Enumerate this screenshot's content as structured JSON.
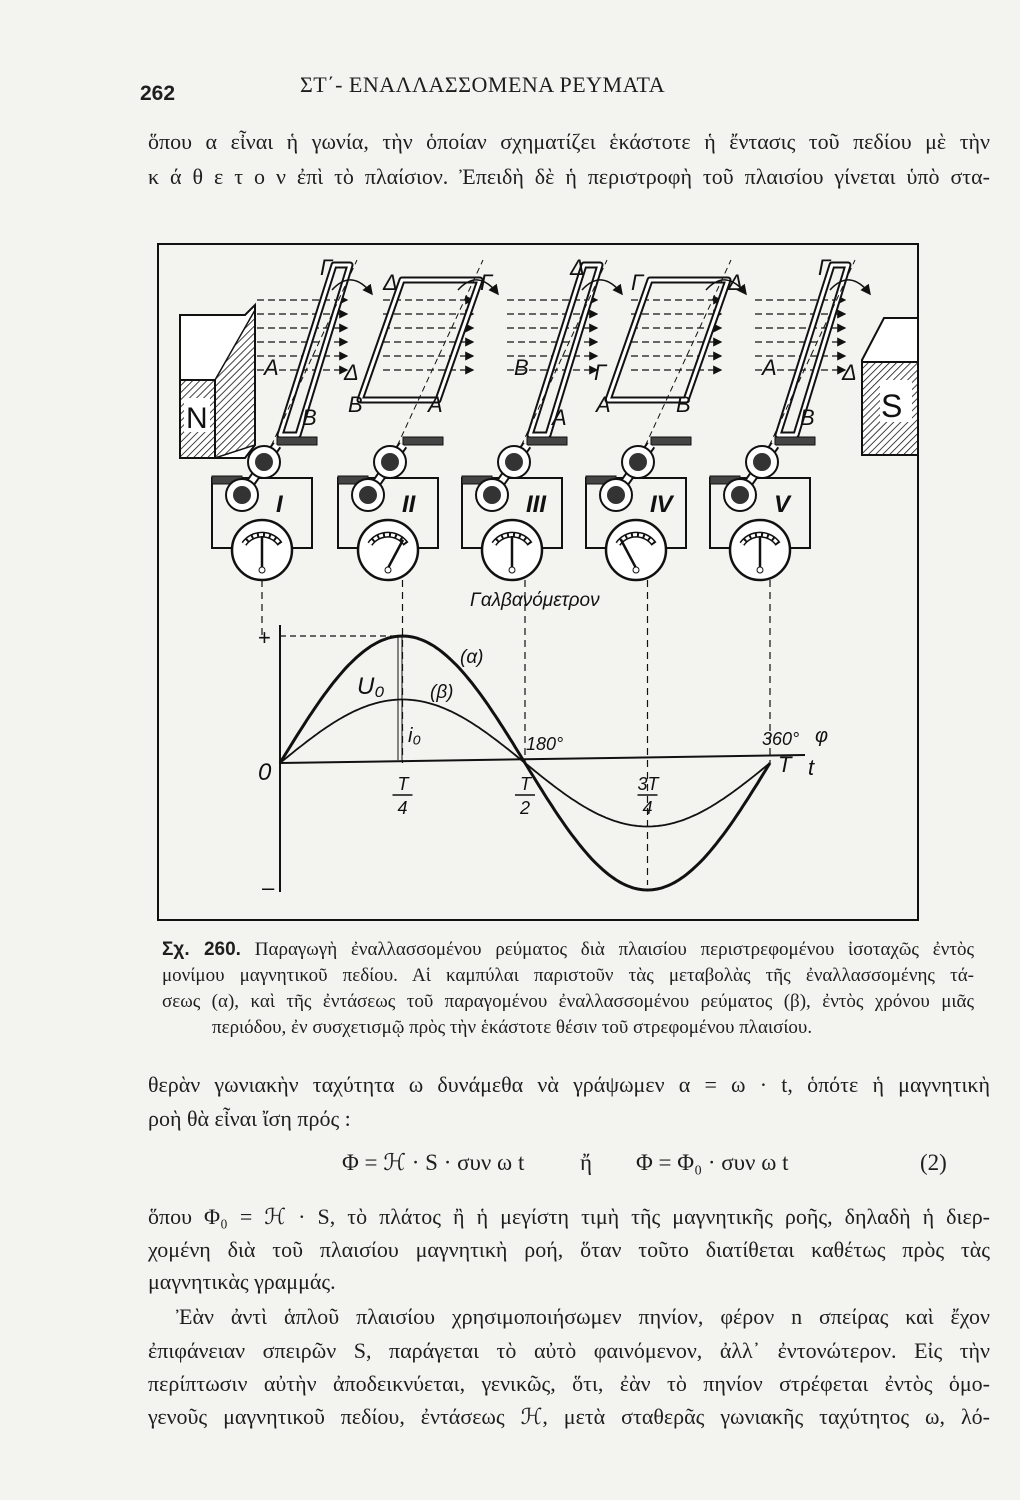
{
  "header": {
    "page_number": "262",
    "running_title": "ΣΤ΄- ΕΝΑΛΛΑΣΣΟΜΕΝΑ ΡΕΥΜΑΤΑ"
  },
  "intro_lines": [
    "ὅπου α εἶναι ἡ γωνία, τὴν ὁποίαν σχηματίζει ἑκάστοτε ἡ ἔντασις τοῦ πεδίου μὲ τὴν",
    "κ ά θ ε τ ο ν  ἐπὶ τὸ πλαίσιον. Ἐπειδὴ δὲ ἡ περιστροφὴ τοῦ πλαισίου γίνεται ὑπὸ στα-"
  ],
  "figure": {
    "magnet_north": "N",
    "magnet_south": "S",
    "galvanometer_label": "Γαλβανόμετρον",
    "stands": [
      {
        "numeral": "I",
        "labels": [
          "Γ",
          "Α",
          "Δ",
          "Β"
        ],
        "coil": "edge",
        "deflection": 0
      },
      {
        "numeral": "II",
        "labels": [
          "Δ",
          "Γ",
          "Β",
          "Α"
        ],
        "coil": "face",
        "deflection": 1
      },
      {
        "numeral": "III",
        "labels": [
          "Δ",
          "Β",
          "Γ",
          "Α"
        ],
        "coil": "edge",
        "deflection": 0
      },
      {
        "numeral": "IV",
        "labels": [
          "Γ",
          "Δ",
          "Α",
          "Β"
        ],
        "coil": "face",
        "deflection": -1
      },
      {
        "numeral": "V",
        "labels": [
          "Γ",
          "Α",
          "Δ",
          "Β"
        ],
        "coil": "edge",
        "deflection": 0
      }
    ],
    "graph": {
      "plus": "+",
      "minus": "–",
      "origin": "0",
      "curve_a": "(α)",
      "curve_b": "(β)",
      "u0": "U₀",
      "i0": "i₀",
      "ticks": [
        {
          "num": "T",
          "den": "4"
        },
        {
          "num": "T",
          "den": "2"
        },
        {
          "num": "3T",
          "den": "4"
        }
      ],
      "deg180": "180°",
      "deg360": "360°",
      "phi": "φ",
      "T": "T",
      "t": "t",
      "amplitude_a": 1.0,
      "amplitude_b": 0.5
    }
  },
  "caption": {
    "label": "Σχ. 260.",
    "lines": [
      "Παραγωγὴ ἐναλλασσομένου ρεύματος διὰ πλαισίου περιστρεφομένου ἰσοταχῶς ἐντὸς",
      "μονίμου μαγνητικοῦ πεδίου. Αἱ καμπύλαι παριστοῦν τὰς μεταβολὰς τῆς ἐναλλασσομένης τά-",
      "σεως (α), καὶ τῆς ἐντάσεως τοῦ παραγομένου ἐναλλασσομένου ρεύματος (β), ἐντὸς χρόνου μιᾶς",
      "περιόδου, ἐν συσχετισμῷ πρὸς τὴν ἑκάστοτε θέσιν τοῦ στρεφομένου πλαισίου."
    ]
  },
  "body": {
    "lines_before": [
      "θερὰν γωνιακὴν ταχύτητα ω δυνάμεθα νὰ γράψωμεν α = ω · t, ὁπότε ἡ μαγνητικὴ",
      "ροὴ θὰ εἶναι ἴση πρός :"
    ],
    "equation": {
      "left": "Φ = ℋ · S · συν ω t",
      "conj": "ἤ",
      "right": "Φ = Φ₀ · συν ω t",
      "number": "(2)"
    },
    "lines_after": [
      "ὅπου Φ₀ = ℋ · S, τὸ πλάτος ἢ ἡ μεγίστη τιμὴ τῆς μαγνητικῆς ροῆς, δηλαδὴ ἡ διερ-",
      "χομένη διὰ τοῦ πλαισίου μαγνητικὴ ροή, ὅταν τοῦτο διατίθεται καθέτως πρὸς τὰς",
      "μαγνητικὰς γραμμάς."
    ],
    "paragraph2": [
      "Ἐὰν ἀντὶ ἁπλοῦ πλαισίου χρησιμοποιήσωμεν πηνίον, φέρον n σπείρας καὶ ἔχον",
      "ἐπιφάνειαν σπειρῶν S, παράγεται τὸ αὐτὸ φαινόμενον, ἀλλ᾽ ἐντονώτερον. Εἰς τὴν",
      "περίπτωσιν αὐτὴν ἀποδεικνύεται, γενικῶς, ὅτι, ἐὰν τὸ πηνίον στρέφεται ἐντὸς ὁμο-",
      "γενοῦς μαγνητικοῦ πεδίου, ἐντάσεως ℋ, μετὰ σταθερᾶς γωνιακῆς ταχύτητος ω, λό-"
    ]
  }
}
